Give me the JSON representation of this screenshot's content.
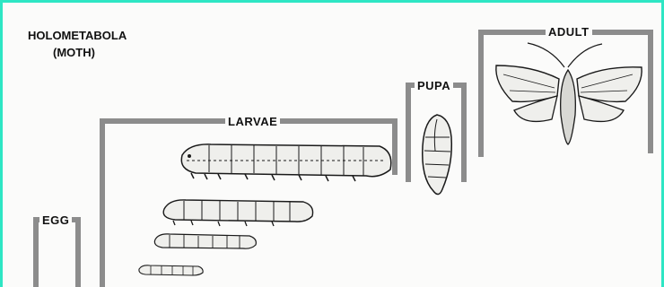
{
  "title": {
    "line1": "HOLOMETABOLA",
    "line2": "(MOTH)"
  },
  "stages": {
    "egg": "EGG",
    "larvae": "LARVAE",
    "pupa": "PUPA",
    "adult": "ADULT"
  },
  "colors": {
    "frame": "#2ee6c4",
    "bracket": "#8c8c8c",
    "ink": "#1a1a1a"
  },
  "larvae_count": 4
}
